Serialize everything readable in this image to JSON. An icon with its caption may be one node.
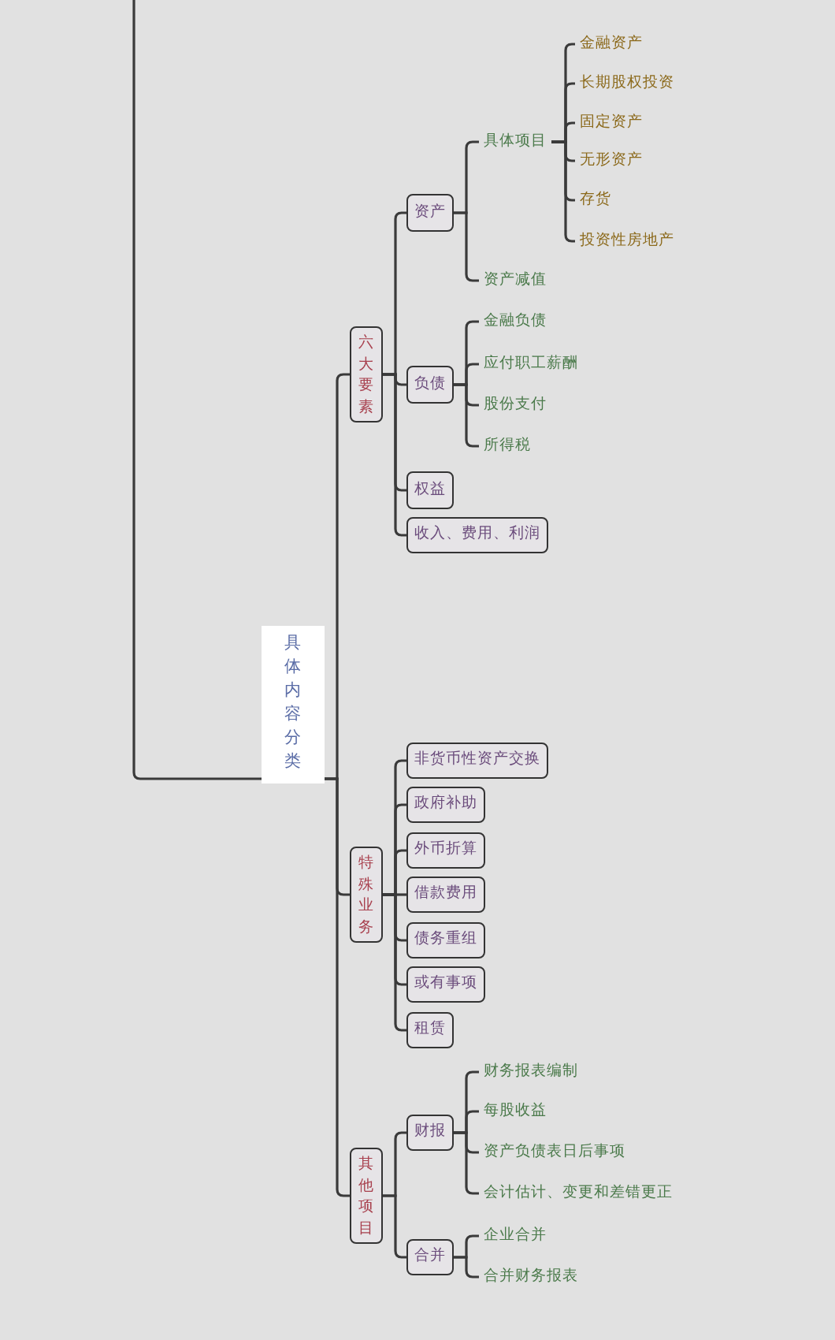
{
  "diagram": {
    "nodes": [
      {
        "text": [
          "具体内容分类"
        ]
      },
      {
        "text": [
          "六大要素"
        ]
      },
      {
        "text": [
          "资产"
        ]
      },
      {
        "text": [
          "具体项目"
        ]
      },
      {
        "text": [
          "金融资产"
        ]
      },
      {
        "text": [
          "长期股权投资"
        ]
      },
      {
        "text": [
          "固定资产"
        ]
      },
      {
        "text": [
          "无形资产"
        ]
      },
      {
        "text": [
          "存货"
        ]
      },
      {
        "text": [
          "投资性房地产"
        ]
      },
      {
        "text": [
          "资产减值"
        ]
      },
      {
        "text": [
          "负债"
        ]
      },
      {
        "text": [
          "金融负债"
        ]
      },
      {
        "text": [
          "应付职工薪酬"
        ]
      },
      {
        "text": [
          "股份支付"
        ]
      },
      {
        "text": [
          "所得税"
        ]
      },
      {
        "text": [
          "权益"
        ]
      },
      {
        "text": [
          "收入、费用、利润"
        ]
      },
      {
        "text": [
          "特殊业务"
        ]
      },
      {
        "text": [
          "非货币性资产交换"
        ]
      },
      {
        "text": [
          "政府补助"
        ]
      },
      {
        "text": [
          "外币折算"
        ]
      },
      {
        "text": [
          "借款费用"
        ]
      },
      {
        "text": [
          "债务重组"
        ]
      },
      {
        "text": [
          "或有事项"
        ]
      },
      {
        "text": [
          "租赁"
        ]
      },
      {
        "text": [
          "其他项目"
        ]
      },
      {
        "text": [
          "财报"
        ]
      },
      {
        "text": [
          "财务报表编制"
        ]
      },
      {
        "text": [
          "每股收益"
        ]
      },
      {
        "text": [
          "资产负债表日后事项"
        ]
      },
      {
        "text": [
          "会计估计、变更和差错更正"
        ]
      },
      {
        "text": [
          "合并"
        ]
      },
      {
        "text": [
          "企业合并"
        ]
      },
      {
        "text": [
          "合并财务报表"
        ]
      }
    ],
    "edges": [
      {
        "from": null,
        "to": 0,
        "arrow": "none"
      },
      {
        "from": 0,
        "to": 1,
        "arrow": "none"
      },
      {
        "from": 1,
        "to": 2,
        "arrow": "none"
      },
      {
        "from": 2,
        "to": 3,
        "arrow": "none"
      },
      {
        "from": 3,
        "to": 4,
        "arrow": "none"
      },
      {
        "from": 3,
        "to": 5,
        "arrow": "none"
      },
      {
        "from": 3,
        "to": 6,
        "arrow": "none"
      },
      {
        "from": 3,
        "to": 7,
        "arrow": "none"
      },
      {
        "from": 3,
        "to": 8,
        "arrow": "none"
      },
      {
        "from": 3,
        "to": 9,
        "arrow": "none"
      },
      {
        "from": 2,
        "to": 10,
        "arrow": "none"
      },
      {
        "from": 1,
        "to": 11,
        "arrow": "none"
      },
      {
        "from": 11,
        "to": 12,
        "arrow": "none"
      },
      {
        "from": 11,
        "to": 13,
        "arrow": "none"
      },
      {
        "from": 11,
        "to": 14,
        "arrow": "none"
      },
      {
        "from": 11,
        "to": 15,
        "arrow": "none"
      },
      {
        "from": 1,
        "to": 16,
        "arrow": "none"
      },
      {
        "from": 1,
        "to": 17,
        "arrow": "none"
      },
      {
        "from": 0,
        "to": 18,
        "arrow": "none"
      },
      {
        "from": 18,
        "to": 19,
        "arrow": "none"
      },
      {
        "from": 18,
        "to": 20,
        "arrow": "none"
      },
      {
        "from": 18,
        "to": 21,
        "arrow": "none"
      },
      {
        "from": 18,
        "to": 22,
        "arrow": "none"
      },
      {
        "from": 18,
        "to": 23,
        "arrow": "none"
      },
      {
        "from": 18,
        "to": 24,
        "arrow": "none"
      },
      {
        "from": 18,
        "to": 25,
        "arrow": "none"
      },
      {
        "from": 0,
        "to": 26,
        "arrow": "none"
      },
      {
        "from": 26,
        "to": 27,
        "arrow": "none"
      },
      {
        "from": 27,
        "to": 28,
        "arrow": "none"
      },
      {
        "from": 27,
        "to": 29,
        "arrow": "none"
      },
      {
        "from": 27,
        "to": 30,
        "arrow": "none"
      },
      {
        "from": 27,
        "to": 31,
        "arrow": "none"
      },
      {
        "from": 26,
        "to": 32,
        "arrow": "none"
      },
      {
        "from": 32,
        "to": 33,
        "arrow": "none"
      },
      {
        "from": 32,
        "to": 34,
        "arrow": "none"
      }
    ]
  }
}
